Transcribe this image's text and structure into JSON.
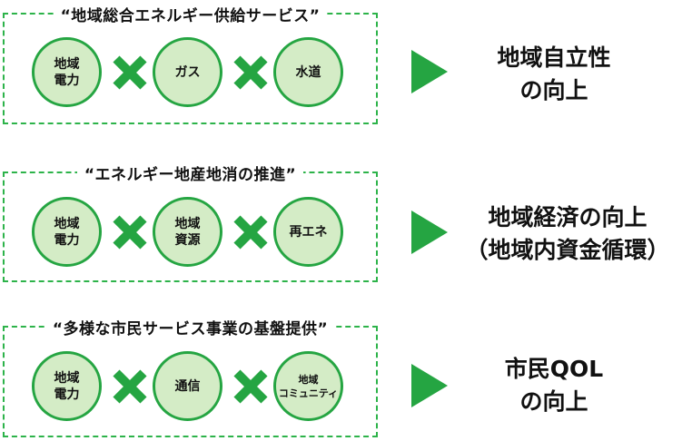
{
  "colors": {
    "accent": "#25a542",
    "circle_fill": "#d4ecc6",
    "border": "#2db34a"
  },
  "rows": [
    {
      "title": "“地域総合エネルギー供給サービス”",
      "items": [
        "地域\n電力",
        "ガス",
        "水道"
      ],
      "result": "地域自立性\nの向上"
    },
    {
      "title": "“エネルギー地産地消の推進”",
      "items": [
        "地域\n電力",
        "地域\n資源",
        "再エネ"
      ],
      "result": "地域経済の向上\n（地域内資金循環）"
    },
    {
      "title": "“多様な市民サービス事業の基盤提供”",
      "items": [
        "地域\n電力",
        "通信",
        "地域\nコミュニティ"
      ],
      "result": "市民QOL\nの向上"
    }
  ]
}
